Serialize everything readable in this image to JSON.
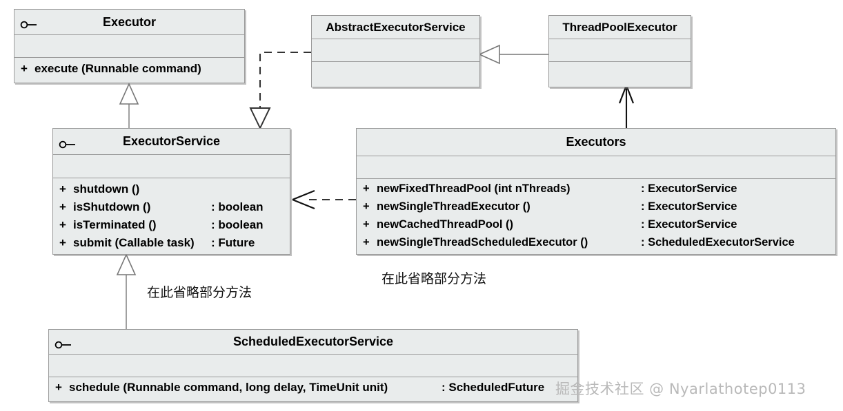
{
  "diagram": {
    "type": "uml-class-diagram",
    "title": "Java Executor framework class diagram",
    "colors": {
      "box_fill": "#e9ecec",
      "box_border": "#9a9a9a",
      "edge": "#333333",
      "text": "#000000",
      "watermark": "#b9b9b9"
    },
    "classes": [
      {
        "id": "executor",
        "name": "Executor",
        "stereotype": "interface",
        "attributes": [],
        "operations": [
          {
            "visibility": "+",
            "signature": "execute (Runnable command)",
            "type": ""
          }
        ]
      },
      {
        "id": "abstract_executor_service",
        "name": "AbstractExecutorService",
        "stereotype": "class",
        "attributes": [],
        "operations": []
      },
      {
        "id": "thread_pool_executor",
        "name": "ThreadPoolExecutor",
        "stereotype": "class",
        "attributes": [],
        "operations": []
      },
      {
        "id": "executor_service",
        "name": "ExecutorService",
        "stereotype": "interface",
        "attributes": [],
        "operations": [
          {
            "visibility": "+",
            "signature": "shutdown ()",
            "type": ""
          },
          {
            "visibility": "+",
            "signature": "isShutdown ()",
            "type": ": boolean"
          },
          {
            "visibility": "+",
            "signature": "isTerminated ()",
            "type": ": boolean"
          },
          {
            "visibility": "+",
            "signature": "submit (Callable task)",
            "type": ": Future"
          }
        ]
      },
      {
        "id": "executors",
        "name": "Executors",
        "stereotype": "class",
        "attributes": [],
        "operations": [
          {
            "visibility": "+",
            "signature": "newFixedThreadPool (int nThreads)",
            "type": ": ExecutorService"
          },
          {
            "visibility": "+",
            "signature": "newSingleThreadExecutor ()",
            "type": ": ExecutorService"
          },
          {
            "visibility": "+",
            "signature": "newCachedThreadPool ()",
            "type": ": ExecutorService"
          },
          {
            "visibility": "+",
            "signature": "newSingleThreadScheduledExecutor ()",
            "type": ": ScheduledExecutorService"
          }
        ]
      },
      {
        "id": "scheduled_executor_service",
        "name": "ScheduledExecutorService",
        "stereotype": "interface",
        "attributes": [],
        "operations": [
          {
            "visibility": "+",
            "signature": "schedule (Runnable command, long delay, TimeUnit unit)",
            "type": ": ScheduledFuture"
          }
        ]
      }
    ],
    "relations": [
      {
        "id": "rel-executorservice-executor",
        "kind": "generalization",
        "from": "executor_service",
        "to": "executor"
      },
      {
        "id": "rel-threadpool-abstract",
        "kind": "generalization",
        "from": "thread_pool_executor",
        "to": "abstract_executor_service"
      },
      {
        "id": "rel-abstract-executorservice",
        "kind": "realization",
        "from": "abstract_executor_service",
        "to": "executor_service"
      },
      {
        "id": "rel-executors-executorservice",
        "kind": "dependency",
        "from": "executors",
        "to": "executor_service"
      },
      {
        "id": "rel-executors-threadpool",
        "kind": "association",
        "from": "executors",
        "to": "thread_pool_executor"
      },
      {
        "id": "rel-scheduled-executorservice",
        "kind": "generalization",
        "from": "scheduled_executor_service",
        "to": "executor_service"
      }
    ],
    "annotations": [
      {
        "id": "note-left",
        "text": "在此省略部分方法"
      },
      {
        "id": "note-right",
        "text": "在此省略部分方法"
      }
    ],
    "watermark": {
      "text": "掘金技术社区 @ Nyarlathotep0113"
    }
  }
}
